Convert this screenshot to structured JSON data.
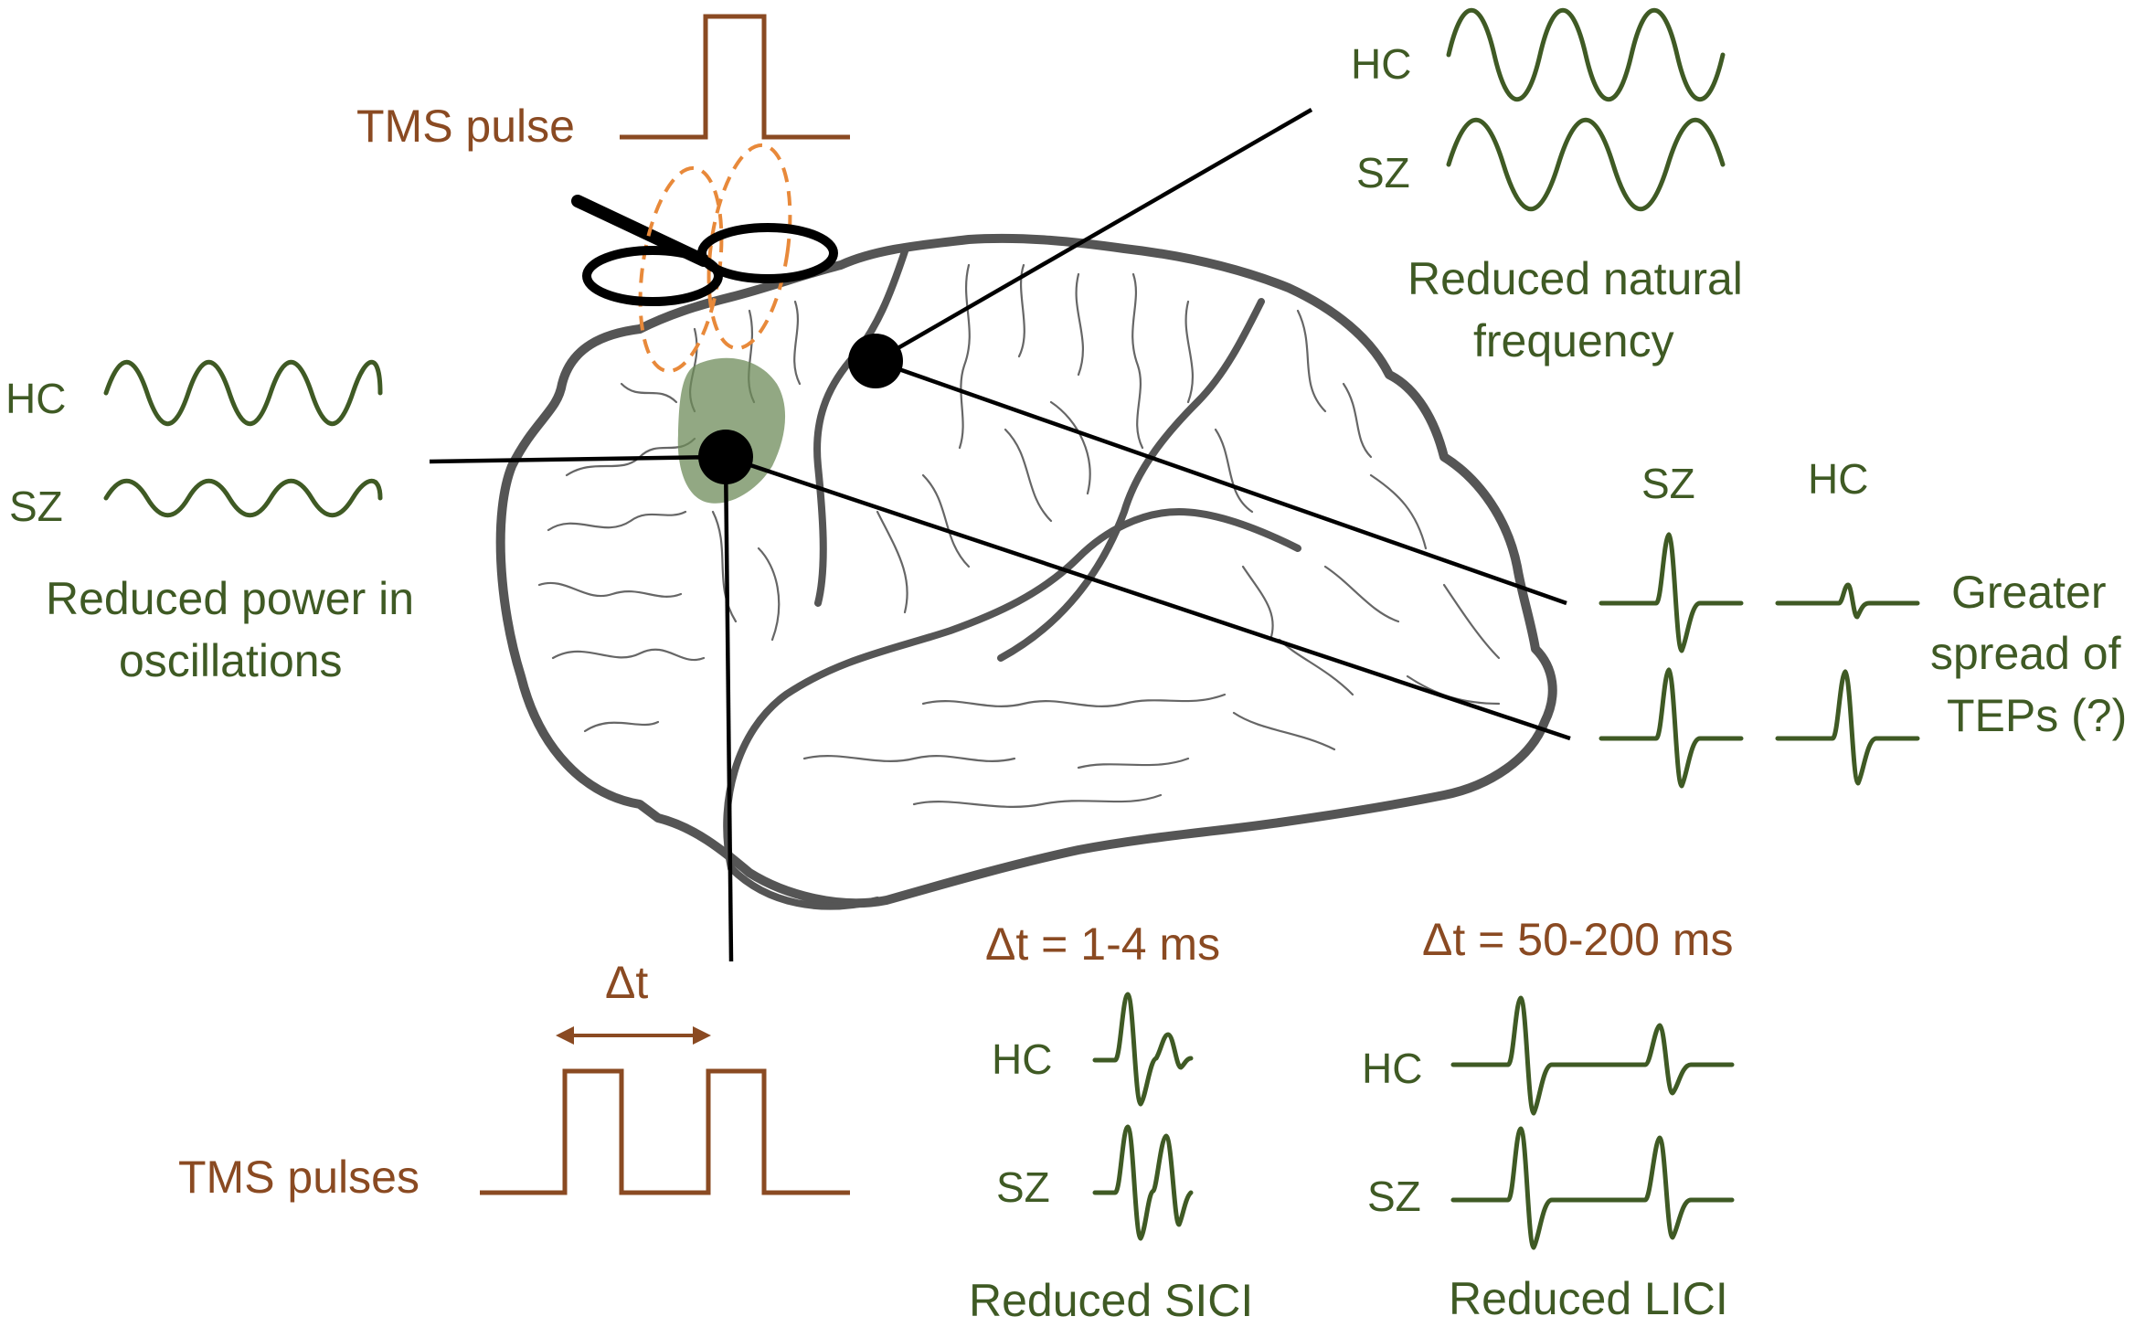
{
  "colors": {
    "brown": "#8a4a22",
    "green": "#3f5a24",
    "highlight": "#6e8b5a",
    "coil_outline": "#e8893a",
    "brain_outline": "#555555"
  },
  "labels": {
    "tms_pulse": "TMS pulse",
    "tms_pulses": "TMS pulses",
    "delta_t": "Δt",
    "hc": "HC",
    "sz": "SZ",
    "reduced_power_line1": "Reduced power in",
    "reduced_power_line2": "oscillations",
    "reduced_freq_line1": "Reduced natural",
    "reduced_freq_line2": "frequency",
    "greater_spread_line1": "Greater",
    "greater_spread_line2": "spread of",
    "greater_spread_line3": "TEPs (?)",
    "sici_interval": "Δt = 1-4 ms",
    "lici_interval": "Δt = 50-200 ms",
    "reduced_sici": "Reduced SICI",
    "reduced_lici": "Reduced LICI"
  }
}
